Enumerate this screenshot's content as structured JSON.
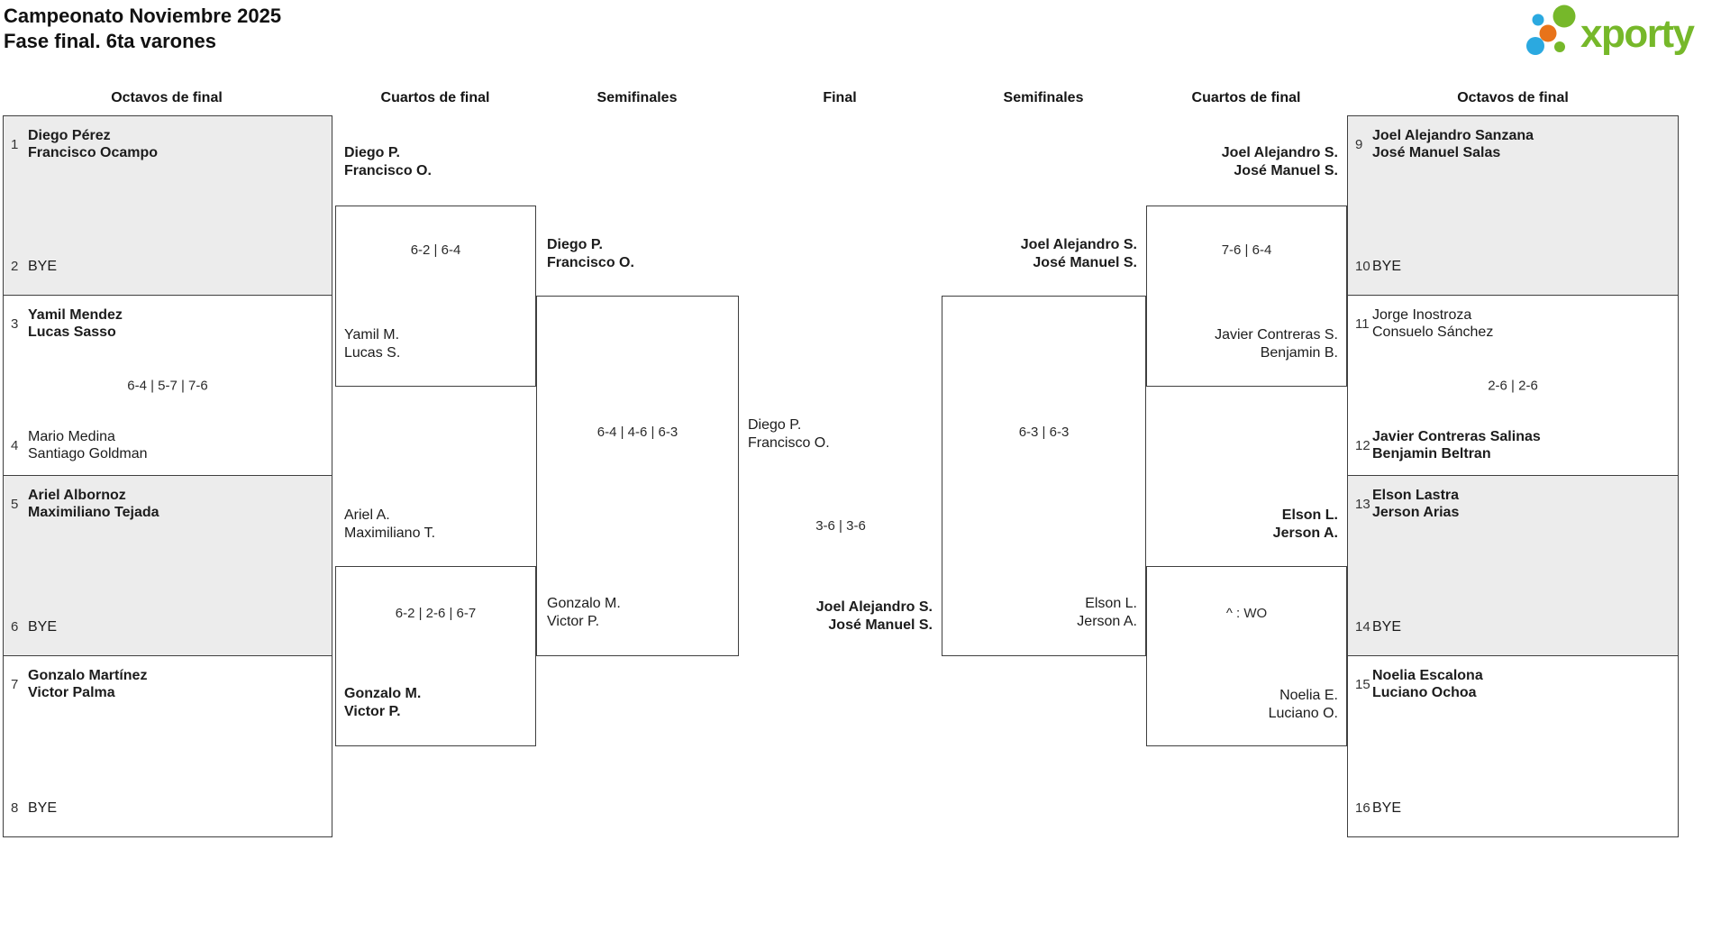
{
  "title": {
    "line1": "Campeonato Noviembre 2025",
    "line2": "Fase final. 6ta varones"
  },
  "logo": {
    "brand": "xporty"
  },
  "colors": {
    "logo_green": "#76b82a",
    "logo_blue": "#2ba9e0",
    "logo_orange": "#e8731a",
    "box_grey": "#ececec",
    "box_border": "#3f3f3f"
  },
  "round_headers": [
    "Octavos de final",
    "Cuartos de final",
    "Semifinales",
    "Final",
    "Semifinales",
    "Cuartos de final",
    "Octavos de final"
  ],
  "octavos_left": [
    {
      "top": {
        "seed": "1",
        "p1": "Diego Pérez",
        "p2": "Francisco Ocampo"
      },
      "bottom": {
        "seed": "2",
        "p1": "BYE"
      }
    },
    {
      "top": {
        "seed": "3",
        "p1": "Yamil Mendez",
        "p2": "Lucas Sasso"
      },
      "score": "6-4 | 5-7 | 7-6",
      "bottom": {
        "seed": "4",
        "p1": "Mario Medina",
        "p2": "Santiago Goldman"
      }
    },
    {
      "top": {
        "seed": "5",
        "p1": "Ariel Albornoz",
        "p2": "Maximiliano Tejada"
      },
      "bottom": {
        "seed": "6",
        "p1": "BYE"
      }
    },
    {
      "top": {
        "seed": "7",
        "p1": "Gonzalo Martínez",
        "p2": "Victor Palma"
      },
      "bottom": {
        "seed": "8",
        "p1": "BYE"
      }
    }
  ],
  "octavos_right": [
    {
      "top": {
        "seed": "9",
        "p1": "Joel Alejandro Sanzana",
        "p2": "José Manuel Salas"
      },
      "bottom": {
        "seed": "10",
        "p1": "BYE"
      }
    },
    {
      "top": {
        "seed": "11",
        "p1": "Jorge Inostroza",
        "p2": "Consuelo Sánchez"
      },
      "score": "2-6 | 2-6",
      "bottom": {
        "seed": "12",
        "p1": "Javier Contreras Salinas",
        "p2": "Benjamin Beltran"
      }
    },
    {
      "top": {
        "seed": "13",
        "p1": "Elson Lastra",
        "p2": "Jerson Arias"
      },
      "bottom": {
        "seed": "14",
        "p1": "BYE"
      }
    },
    {
      "top": {
        "seed": "15",
        "p1": "Noelia Escalona",
        "p2": "Luciano Ochoa"
      },
      "bottom": {
        "seed": "16",
        "p1": "BYE"
      }
    }
  ],
  "cuartos_left": [
    {
      "team1": {
        "p1": "Diego P.",
        "p2": "Francisco O."
      },
      "score": "6-2 | 6-4",
      "team2": {
        "p1": "Yamil M.",
        "p2": "Lucas S."
      }
    },
    {
      "team1": {
        "p1": "Ariel A.",
        "p2": "Maximiliano T."
      },
      "score": "6-2 | 2-6 | 6-7",
      "team2": {
        "p1": "Gonzalo M.",
        "p2": "Victor P."
      }
    }
  ],
  "cuartos_right": [
    {
      "team1": {
        "p1": "Joel Alejandro S.",
        "p2": "José Manuel S."
      },
      "score": "7-6 | 6-4",
      "team2": {
        "p1": "Javier Contreras S.",
        "p2": "Benjamin B."
      }
    },
    {
      "team1": {
        "p1": "Elson L.",
        "p2": "Jerson A."
      },
      "score": "^ : WO",
      "team2": {
        "p1": "Noelia E.",
        "p2": "Luciano O."
      }
    }
  ],
  "semifinal_left": {
    "team1": {
      "p1": "Diego P.",
      "p2": "Francisco O."
    },
    "score": "6-4 | 4-6 | 6-3",
    "team2": {
      "p1": "Gonzalo M.",
      "p2": "Victor P."
    }
  },
  "semifinal_right": {
    "team1": {
      "p1": "Joel Alejandro S.",
      "p2": "José Manuel S."
    },
    "score": "6-3 | 6-3",
    "team2": {
      "p1": "Elson L.",
      "p2": "Jerson A."
    }
  },
  "final": {
    "team1": {
      "p1": "Diego P.",
      "p2": "Francisco O."
    },
    "score": "3-6 | 3-6",
    "team2": {
      "p1": "Joel Alejandro S.",
      "p2": "José Manuel S."
    }
  }
}
